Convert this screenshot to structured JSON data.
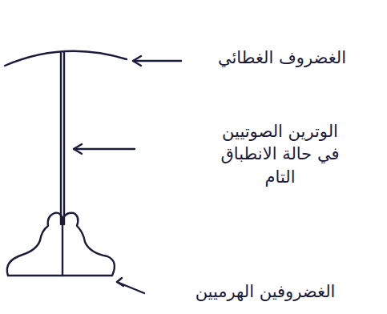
{
  "diagram": {
    "labels": [
      "الغضروف الغطائي",
      "الوترين الصوتيين في حالة الانطباق التام",
      "الغضروفين الهرميين"
    ]
  }
}
